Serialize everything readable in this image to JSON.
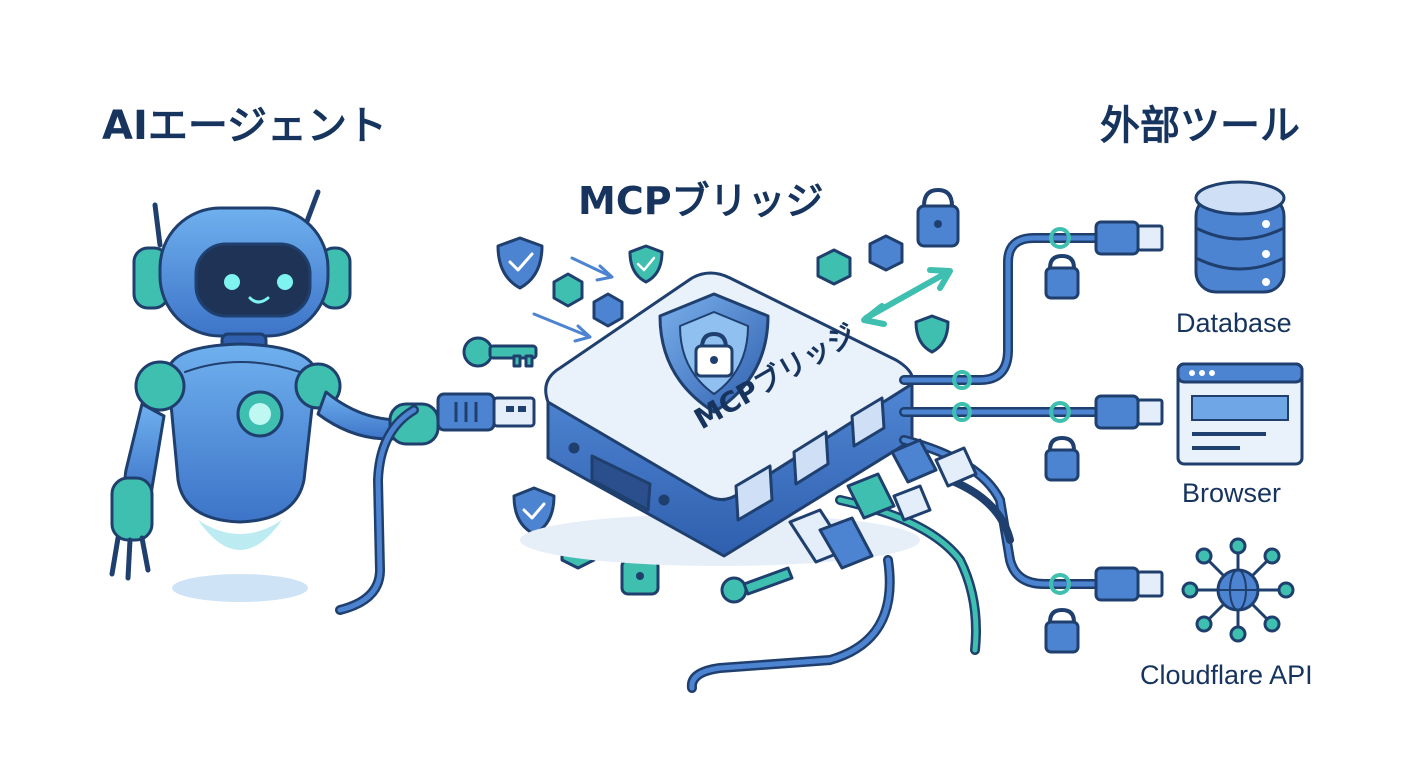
{
  "title_left": "AIエージェント",
  "title_center": "MCPブリッジ",
  "title_right": "外部ツール",
  "device_label": "MCPブリッジ",
  "tools": [
    {
      "label": "Database",
      "icon": "database-icon"
    },
    {
      "label": "Browser",
      "icon": "browser-window-icon"
    },
    {
      "label": "Cloudflare API",
      "icon": "globe-network-icon"
    }
  ],
  "colors": {
    "navy": "#1f3f6e",
    "blue": "#3f74c4",
    "light_blue": "#8db3e6",
    "teal": "#3fbfb0",
    "device_top": "#e9f1fb",
    "text": "#16345e"
  }
}
